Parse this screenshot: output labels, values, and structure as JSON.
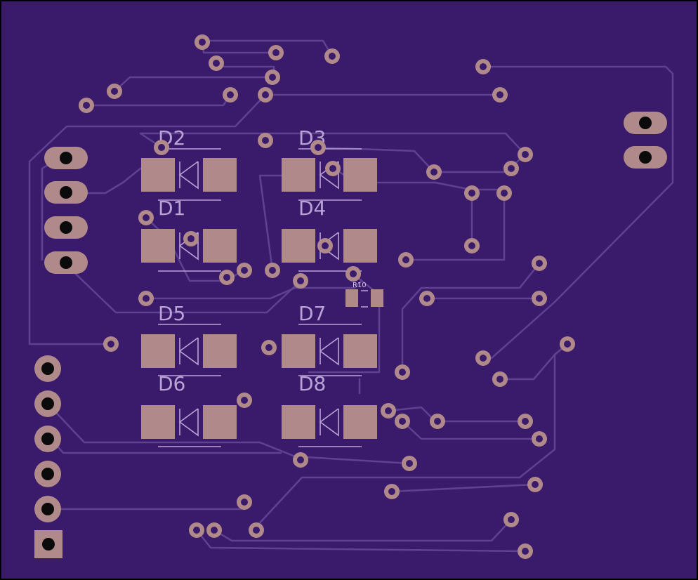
{
  "board": {
    "background": "#3a1a6a",
    "edge": "#5c3a8a"
  },
  "diodes": [
    {
      "id": "d2",
      "label": "D2"
    },
    {
      "id": "d3",
      "label": "D3"
    },
    {
      "id": "d1",
      "label": "D1"
    },
    {
      "id": "d4",
      "label": "D4"
    },
    {
      "id": "d5",
      "label": "D5"
    },
    {
      "id": "d7",
      "label": "D7"
    },
    {
      "id": "d6",
      "label": "D6"
    },
    {
      "id": "d8",
      "label": "D8"
    }
  ],
  "resistor": {
    "label": "R10"
  },
  "colors": {
    "copper": "#b08a8a",
    "silkscreen": "#b9a3d6",
    "trace": "#5e4290"
  }
}
